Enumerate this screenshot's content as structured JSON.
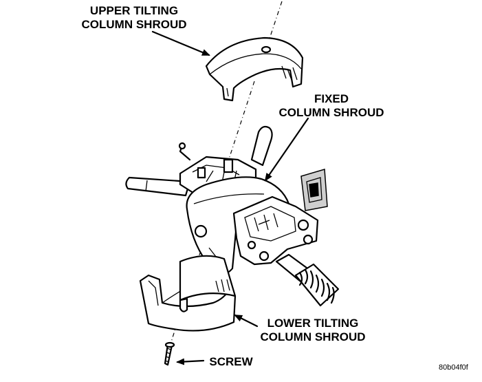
{
  "labels": {
    "upper_shroud": [
      "UPPER TILTING",
      "COLUMN SHROUD"
    ],
    "fixed_shroud": [
      "FIXED",
      "COLUMN SHROUD"
    ],
    "lower_shroud": [
      "LOWER TILTING",
      "COLUMN SHROUD"
    ],
    "screw": "SCREW"
  },
  "figure_code": "80b04f0f"
}
